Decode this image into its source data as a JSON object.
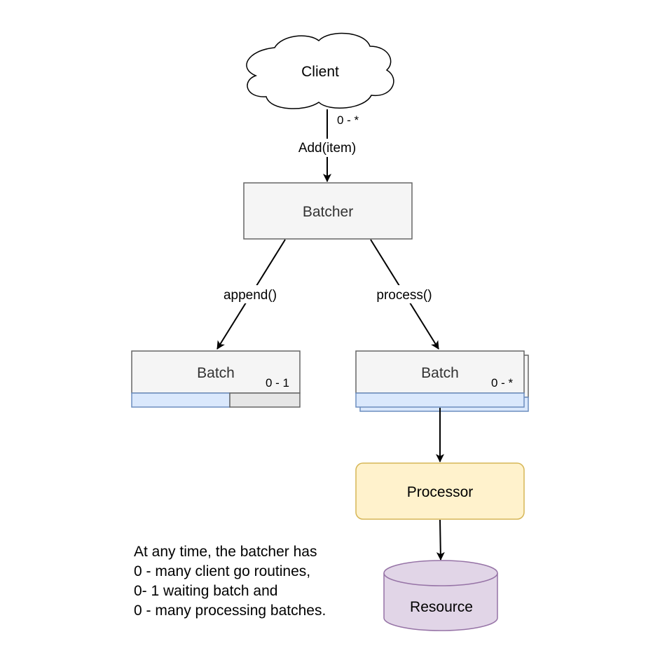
{
  "nodes": {
    "client": "Client",
    "batcher": "Batcher",
    "batch_waiting": {
      "label": "Batch",
      "multiplicity": "0 - 1"
    },
    "batch_processing": {
      "label": "Batch",
      "multiplicity": "0 - *"
    },
    "processor": "Processor",
    "resource": "Resource"
  },
  "edges": {
    "client_to_batcher": {
      "label": "Add(item)",
      "multiplicity": "0 - *"
    },
    "batcher_to_waiting": "append()",
    "batcher_to_processing": "process()"
  },
  "note": {
    "lines": [
      "At any time, the batcher has",
      "0 - many client go routines,",
      "0- 1 waiting batch and",
      "0 - many processing batches."
    ]
  },
  "colors": {
    "box_fill": "#f5f5f5",
    "box_stroke": "#666666",
    "blue_fill": "#dae8fc",
    "blue_stroke": "#6c8ebf",
    "processor_fill": "#fff2cc",
    "processor_stroke": "#d6b656",
    "resource_fill": "#e1d5e7",
    "resource_stroke": "#9673a6"
  }
}
